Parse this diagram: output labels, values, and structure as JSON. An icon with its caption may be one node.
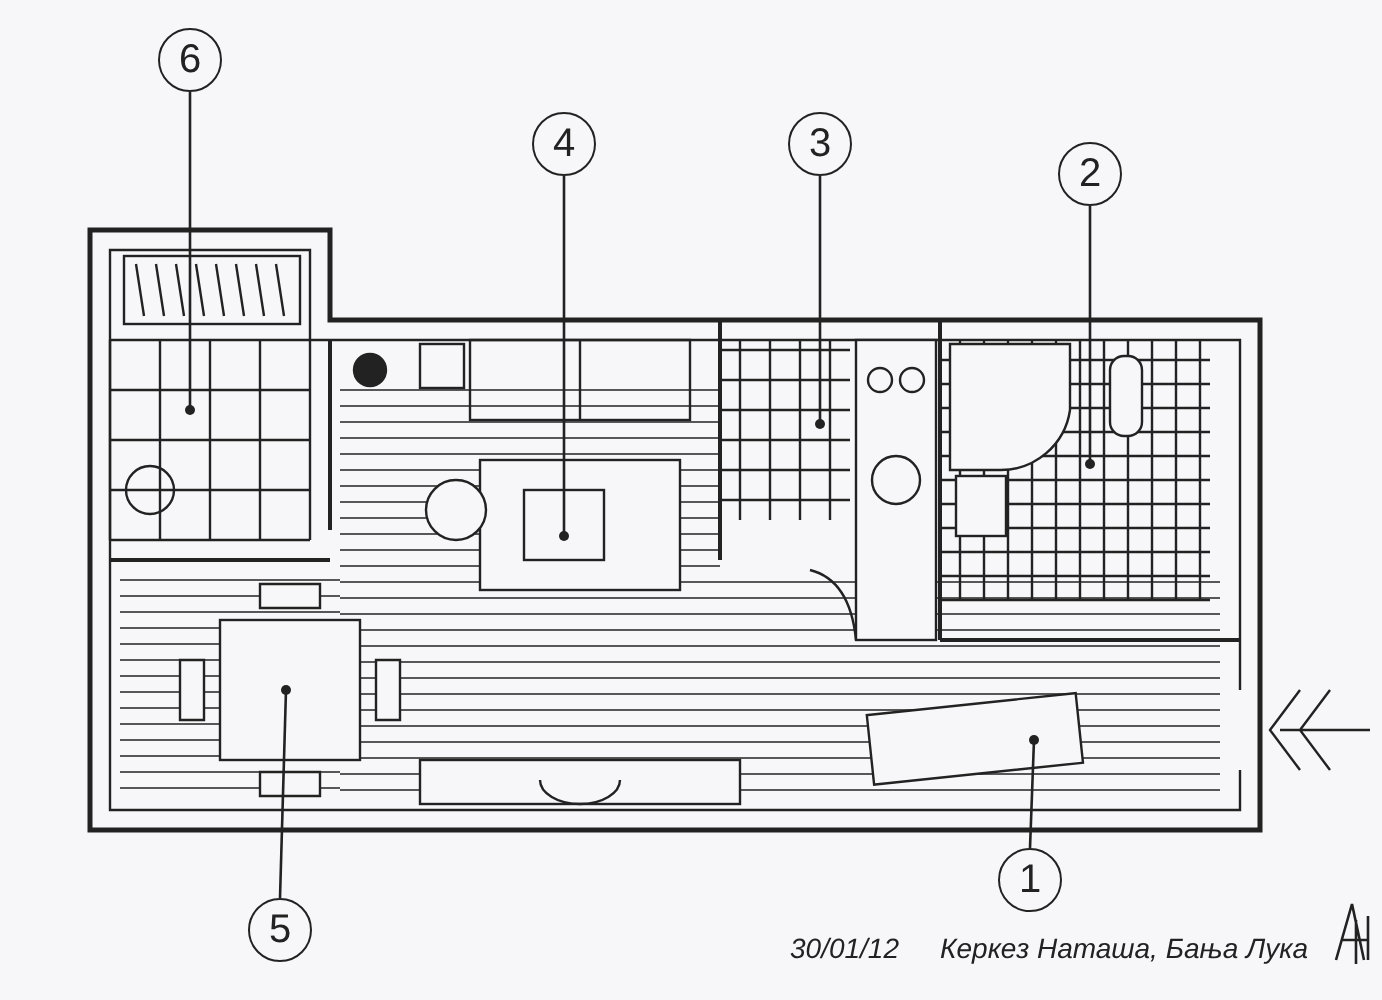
{
  "diagram": {
    "nodes": [
      {
        "text": [
          "6"
        ]
      },
      {
        "text": [
          "4"
        ]
      },
      {
        "text": [
          "3"
        ]
      },
      {
        "text": [
          "2"
        ]
      },
      {
        "text": [
          "5"
        ]
      },
      {
        "text": [
          "1"
        ]
      }
    ],
    "edges": [
      {
        "from": 0,
        "to": null,
        "arrow": "other"
      },
      {
        "from": 1,
        "to": null,
        "arrow": "other"
      },
      {
        "from": 2,
        "to": null,
        "arrow": "other"
      },
      {
        "from": 3,
        "to": null,
        "arrow": "other"
      },
      {
        "from": 4,
        "to": null,
        "arrow": "other"
      },
      {
        "from": 5,
        "to": null,
        "arrow": "other"
      }
    ],
    "labels": [
      "30/01/12",
      "Керкез Наташа, Бања Лука"
    ]
  }
}
